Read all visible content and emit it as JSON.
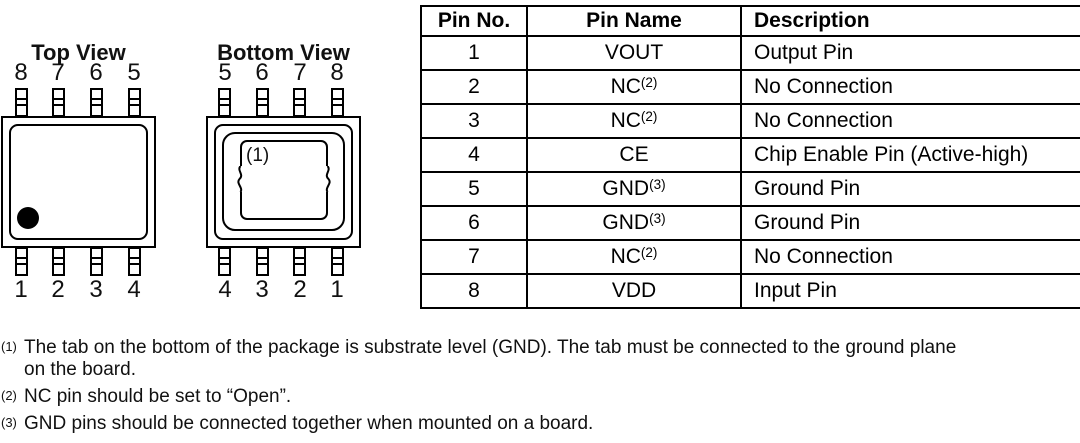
{
  "diagram": {
    "top_view": {
      "title": "Top View",
      "top_pin_numbers": [
        "8",
        "7",
        "6",
        "5"
      ],
      "bottom_pin_numbers": [
        "1",
        "2",
        "3",
        "4"
      ]
    },
    "bottom_view": {
      "title": "Bottom View",
      "top_pin_numbers": [
        "5",
        "6",
        "7",
        "8"
      ],
      "bottom_pin_numbers": [
        "4",
        "3",
        "2",
        "1"
      ],
      "tab_label": "(1)"
    }
  },
  "pin_table": {
    "headers": {
      "no": "Pin No.",
      "name": "Pin Name",
      "desc": "Description"
    },
    "rows": [
      {
        "no": "1",
        "name": "VOUT",
        "sup": "",
        "desc": "Output Pin"
      },
      {
        "no": "2",
        "name": "NC",
        "sup": "(2)",
        "desc": "No Connection"
      },
      {
        "no": "3",
        "name": "NC",
        "sup": "(2)",
        "desc": "No Connection"
      },
      {
        "no": "4",
        "name": "CE",
        "sup": "",
        "desc": "Chip Enable Pin (Active-high)"
      },
      {
        "no": "5",
        "name": "GND",
        "sup": "(3)",
        "desc": "Ground Pin"
      },
      {
        "no": "6",
        "name": "GND",
        "sup": "(3)",
        "desc": "Ground Pin"
      },
      {
        "no": "7",
        "name": "NC",
        "sup": "(2)",
        "desc": "No Connection"
      },
      {
        "no": "8",
        "name": "VDD",
        "sup": "",
        "desc": "Input Pin"
      }
    ]
  },
  "footnotes": [
    {
      "marker": "(1)",
      "lines": [
        "The tab on the bottom of the package is substrate level (GND). The tab must be connected to the ground plane",
        "on the board."
      ]
    },
    {
      "marker": "(2)",
      "lines": [
        "NC pin should be set to “Open”."
      ]
    },
    {
      "marker": "(3)",
      "lines": [
        "GND pins should be connected together when mounted on a board."
      ]
    }
  ],
  "colors": {
    "ink": "#000000",
    "background": "#ffffff"
  }
}
